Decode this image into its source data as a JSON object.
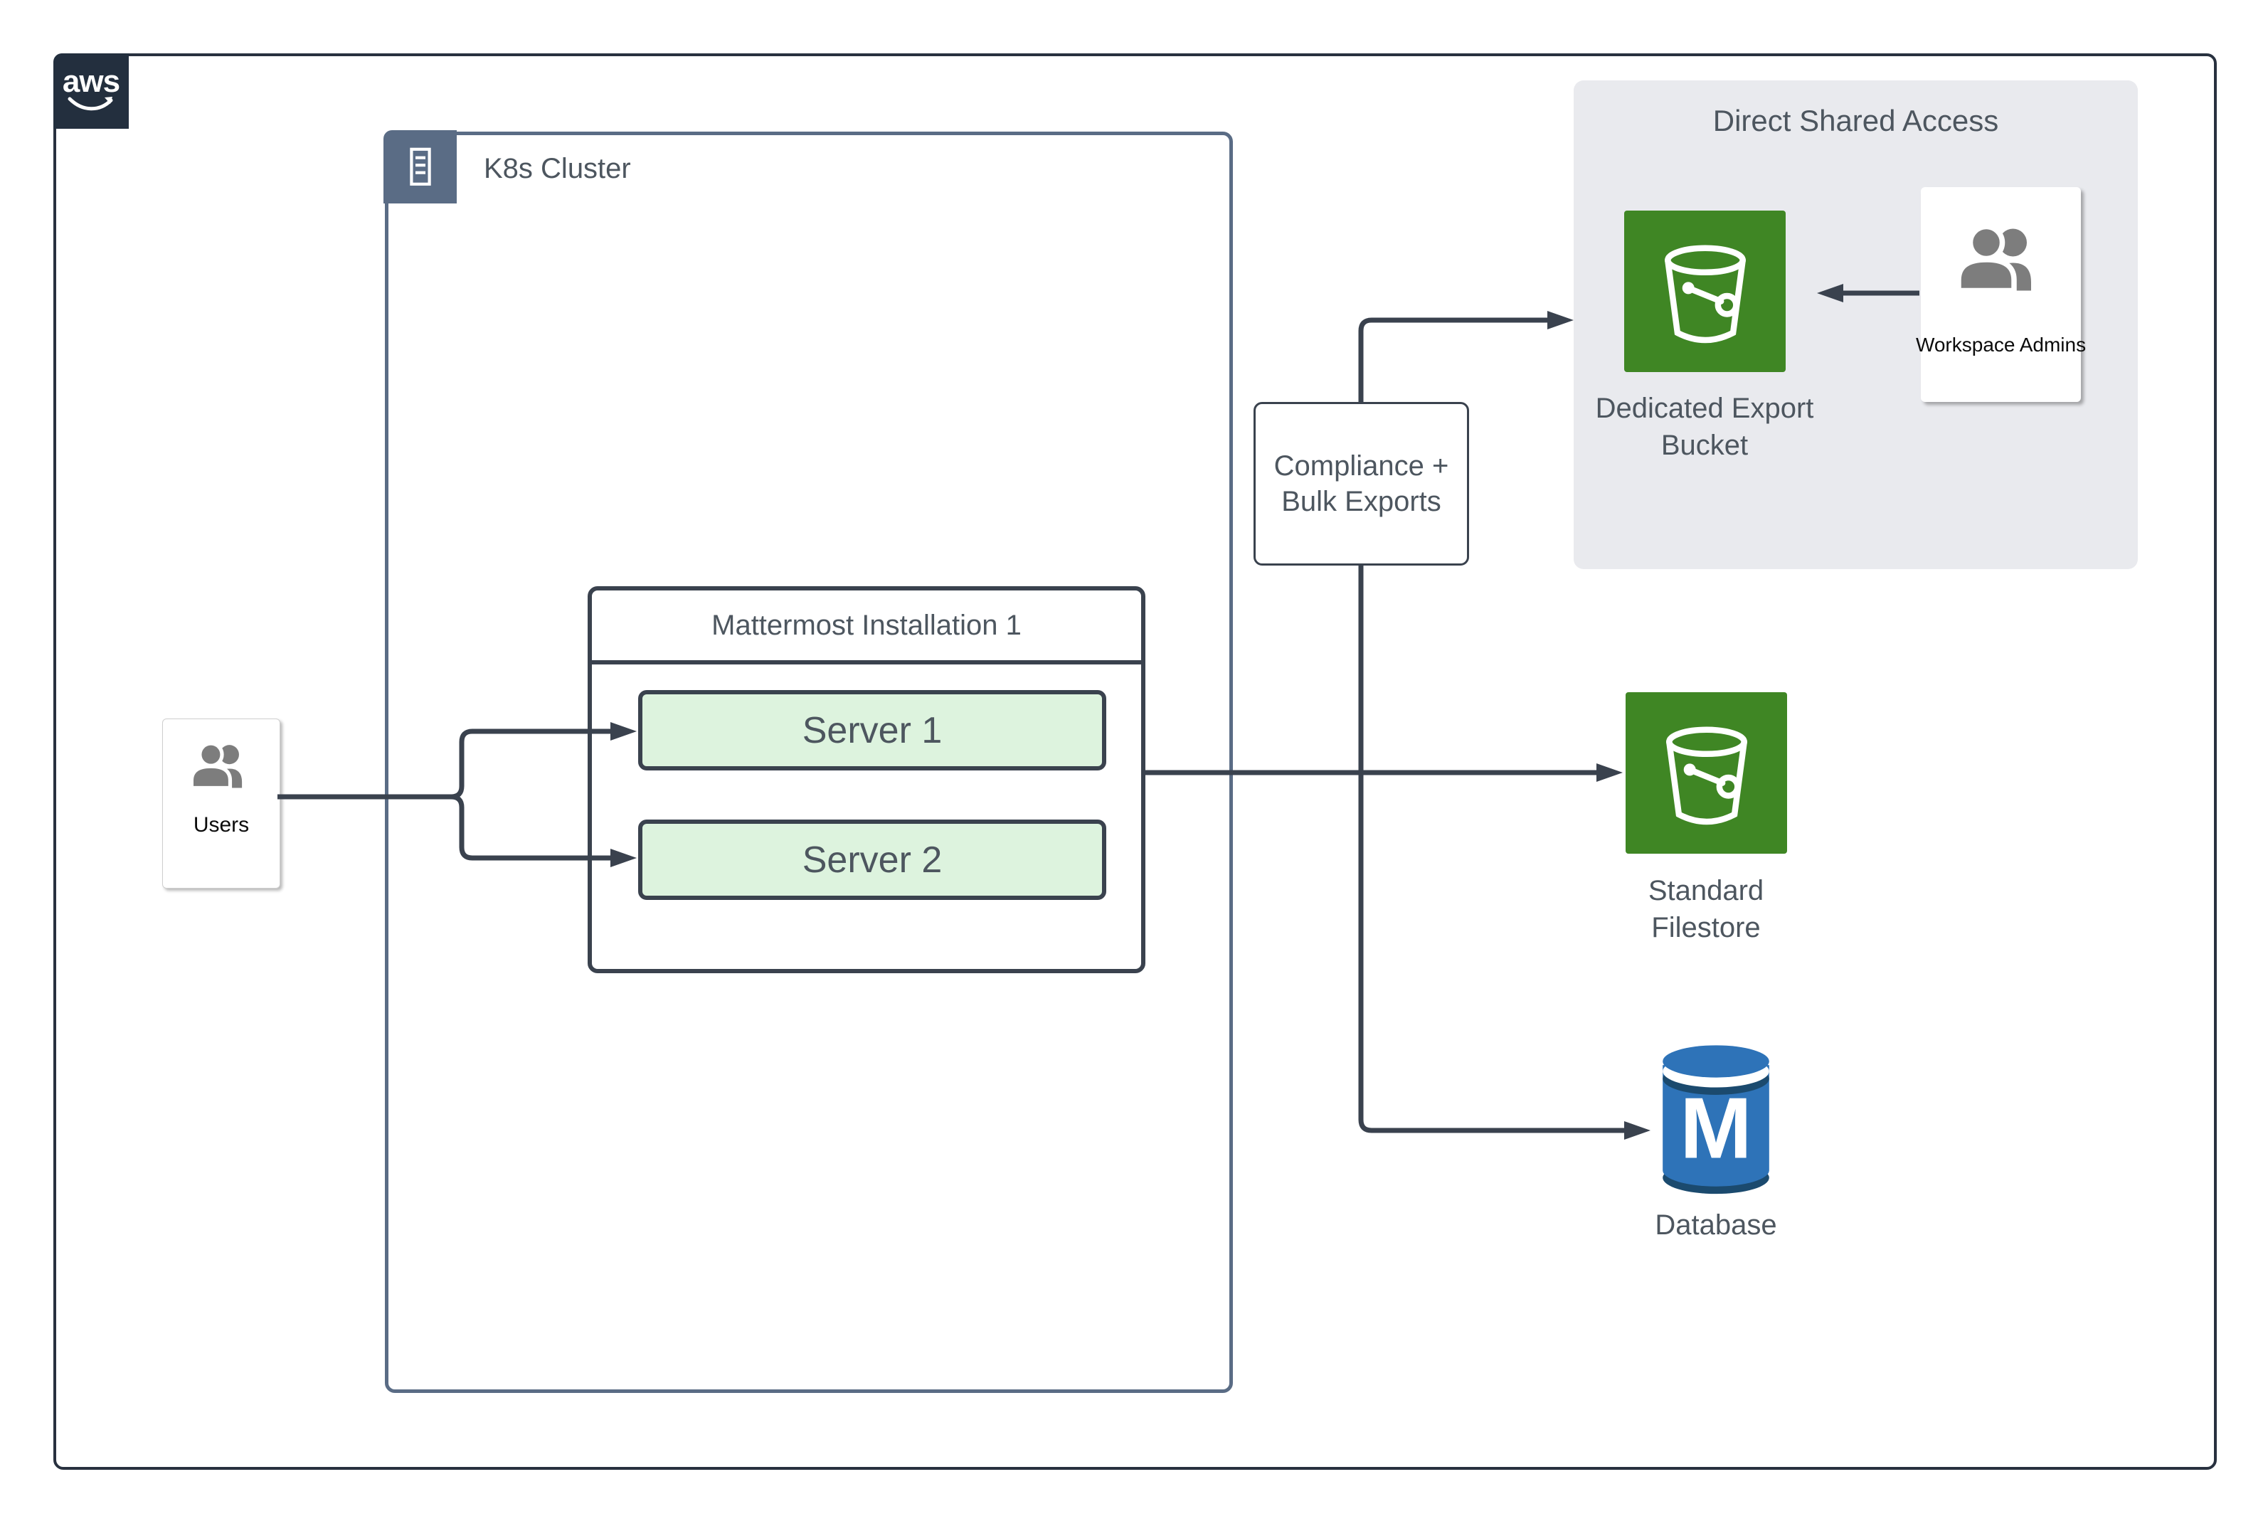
{
  "diagram": {
    "aws_logo_text": "aws",
    "k8s": {
      "label": "K8s Cluster"
    },
    "mattermost": {
      "title": "Mattermost Installation 1",
      "servers": [
        {
          "label": "Server 1"
        },
        {
          "label": "Server 2"
        }
      ]
    },
    "users": {
      "label": "Users"
    },
    "compliance": {
      "line1": "Compliance +",
      "line2": "Bulk Exports"
    },
    "shared_access": {
      "title": "Direct Shared Access",
      "bucket_label_line1": "Dedicated Export",
      "bucket_label_line2": "Bucket",
      "admins_label": "Workspace Admins"
    },
    "filestore": {
      "label_line1": "Standard",
      "label_line2": "Filestore"
    },
    "database": {
      "label": "Database",
      "engine_letter": "M"
    },
    "colors": {
      "connector": "#3a424e",
      "k8s_border": "#5a6c85",
      "server_fill": "#ddf3de",
      "s3_green": "#3f8624",
      "database_blue": "#2e73b8",
      "database_rim": "#1b4a6e",
      "panel_gray": "#e9eaee",
      "label_slate": "#4d565f",
      "aws_navy": "#232f3e",
      "icon_gray": "#7d7d7d"
    }
  }
}
